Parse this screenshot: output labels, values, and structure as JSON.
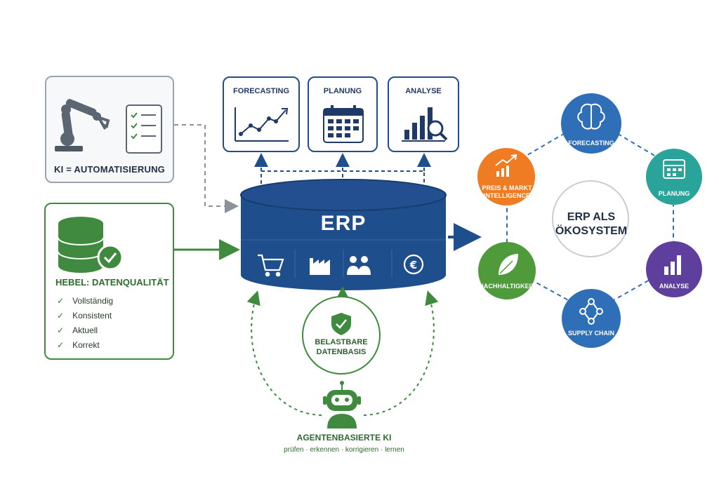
{
  "automation": {
    "label": "KI = AUTOMATISIERUNG"
  },
  "data_quality": {
    "title": "HEBEL: DATENQUALITÄT",
    "items": [
      "Vollständig",
      "Konsistent",
      "Aktuell",
      "Korrekt"
    ]
  },
  "tools": {
    "forecasting": "FORECASTING",
    "planung": "PLANUNG",
    "analyse": "ANALYSE"
  },
  "erp": {
    "title": "ERP"
  },
  "data_basis": {
    "line1": "BELASTBARE",
    "line2": "DATENBASIS"
  },
  "agent": {
    "title": "AGENTENBASIERTE KI",
    "subtitle": "prüfen · erkennen · korrigieren · lernen"
  },
  "ecosystem": {
    "center_line1": "ERP ALS",
    "center_line2": "ÖKOSYSTEM",
    "forecasting": "FORECASTING",
    "planung": "PLANUNG",
    "analyse": "ANALYSE",
    "supply_chain": "SUPPLY CHAIN",
    "nachhaltigkeit": "NACHHALTIGKEIT",
    "preis_line1": "PREIS & MARKT",
    "preis_line2": "INTELLIGENCE"
  },
  "colors": {
    "navy": "#1f4e8c",
    "green": "#3f8a3f",
    "blue": "#2f6fb8",
    "teal": "#2aa39a",
    "purple": "#5e3f9e",
    "orange": "#ef7b22",
    "leaf_green": "#4f9a3a"
  }
}
